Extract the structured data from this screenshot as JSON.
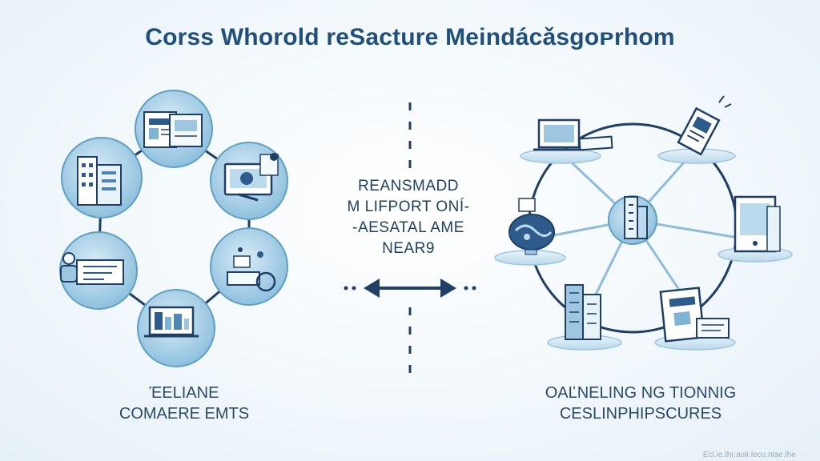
{
  "title": "Corss Whorold reSacture Meindácǎsɡoᴘrhom",
  "left": {
    "caption_line1": "ΈELIANE",
    "caption_line2": "COMAERE EMTS"
  },
  "center": {
    "line1": "REANSMADD",
    "line2": "M LIFPORT ONÍ-",
    "line3": "-AESATAL AME",
    "line4": "NEAR9"
  },
  "right": {
    "caption_line1": "OAĽNELING NG TIONNIG",
    "caption_line2": "CESLINPHIPSCURES"
  },
  "footer": "Ecl.ie.thr.aulr.leco.nlae.lhe",
  "colors": {
    "primary": "#1f4f7a",
    "node_fill": "#a9d0e6",
    "node_stroke": "#5f9fc4",
    "ring": "#1f3f66",
    "accent": "#2d5b8c"
  },
  "icons": {
    "left_nodes": [
      "newspaper-icon",
      "monitor-icon",
      "workspace-icon",
      "laptop-icon",
      "team-desk-icon",
      "office-building-icon"
    ],
    "right_nodes": [
      "laptop-icon",
      "document-icon",
      "tablet-icon",
      "document-stack-icon",
      "skyscraper-icon",
      "map-icon"
    ],
    "right_hub": "city-tower-icon"
  }
}
